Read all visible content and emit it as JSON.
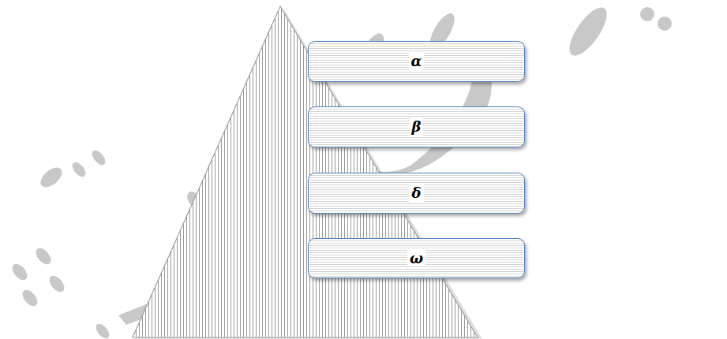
{
  "diagram": {
    "nodes": [
      {
        "text": [
          "α"
        ]
      },
      {
        "text": [
          "β"
        ]
      },
      {
        "text": [
          "δ"
        ]
      },
      {
        "text": [
          "ω"
        ]
      }
    ]
  }
}
